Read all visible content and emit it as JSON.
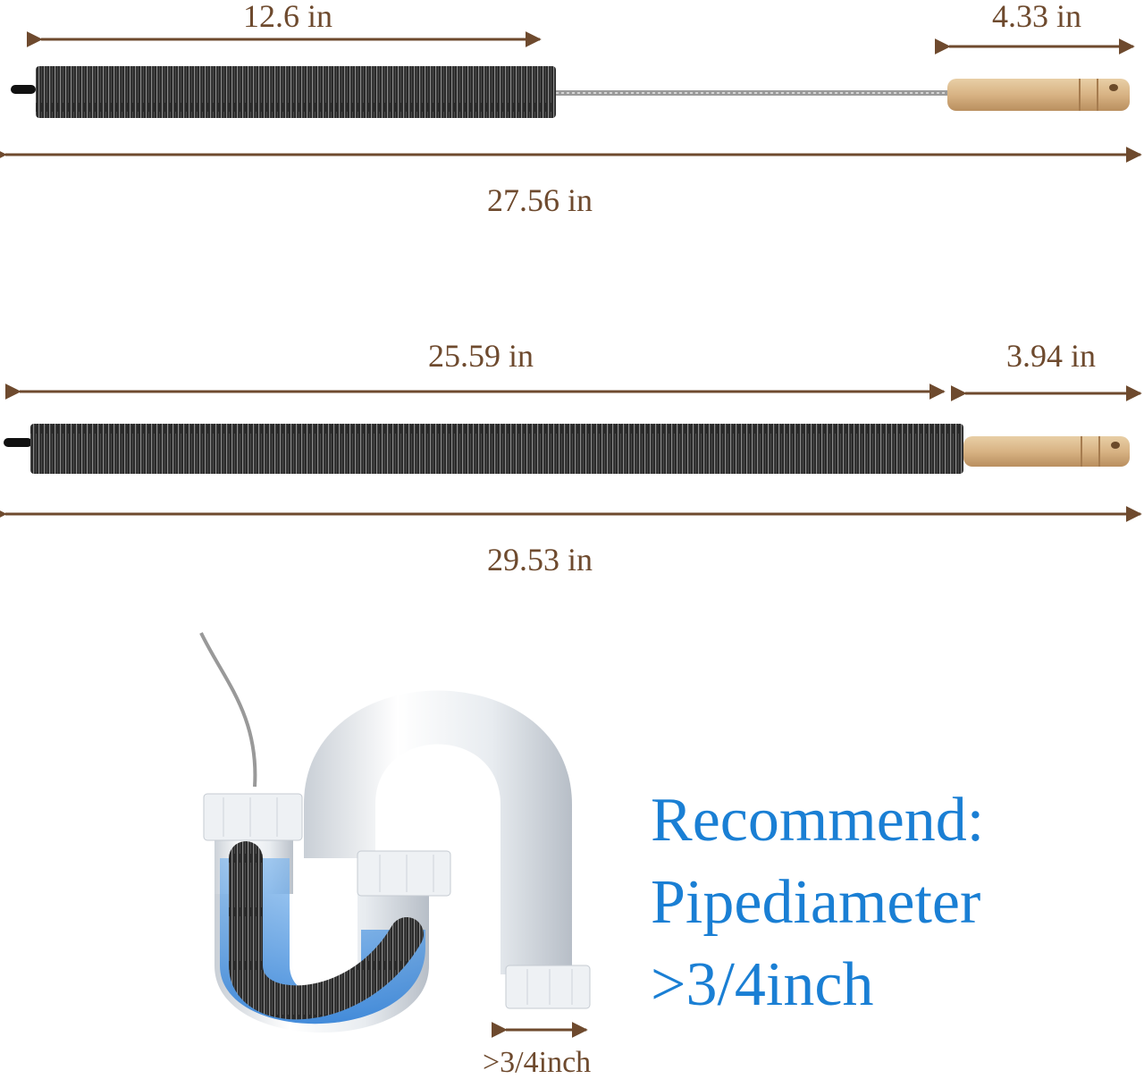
{
  "brush1": {
    "bristle_length": "12.6 in",
    "handle_length": "4.33 in",
    "total_length": "27.56 in"
  },
  "brush2": {
    "bristle_length": "25.59 in",
    "handle_length": "3.94 in",
    "total_length": "29.53 in"
  },
  "recommendation": {
    "line1": "Recommend:",
    "line2": "Pipediameter",
    "line3": ">3/4inch",
    "pipe_label": ">3/4inch"
  },
  "colors": {
    "dimension": "#6e4a2e",
    "recommend_text": "#1a7fd4",
    "handle_wood": "#d9b88a",
    "bristle": "#2b2b2b"
  }
}
